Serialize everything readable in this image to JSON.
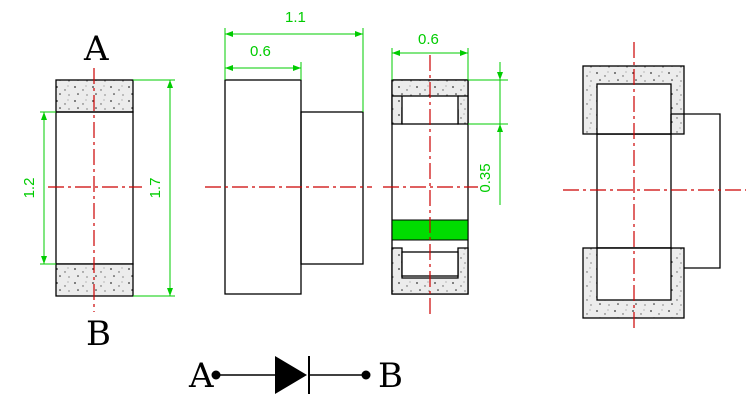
{
  "colors": {
    "outline": "#000000",
    "dimension": "#00cc00",
    "centerline": "#cc0000",
    "band": "#00dd00",
    "solder_fill": "#e8e8e8"
  },
  "labels": {
    "terminal_a": "A",
    "terminal_b": "B"
  },
  "dimensions": {
    "front_height_inner": "1.2",
    "front_height_outer": "1.7",
    "side_total_width": "1.1",
    "side_body_width": "0.6",
    "bottom_width": "0.6",
    "bottom_pad_depth": "0.35"
  },
  "symbol": {
    "left_label": "A",
    "right_label": "B"
  }
}
